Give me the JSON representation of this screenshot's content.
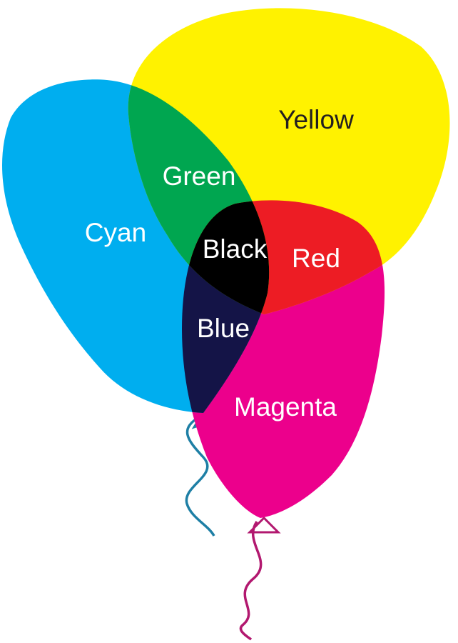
{
  "balloons": [
    {
      "name": "Cyan",
      "color": "#00aeef"
    },
    {
      "name": "Yellow",
      "color": "#fff200"
    },
    {
      "name": "Magenta",
      "color": "#ec008c"
    }
  ],
  "overlaps": [
    {
      "name": "Green",
      "color": "#00a650"
    },
    {
      "name": "Red",
      "color": "#ed1c24"
    },
    {
      "name": "Blue",
      "color": "#141447"
    },
    {
      "name": "Black",
      "color": "#000000"
    }
  ],
  "strings": [
    {
      "for": "Cyan",
      "color": "#1e7fa5"
    },
    {
      "for": "Magenta",
      "color": "#b2186f"
    }
  ]
}
